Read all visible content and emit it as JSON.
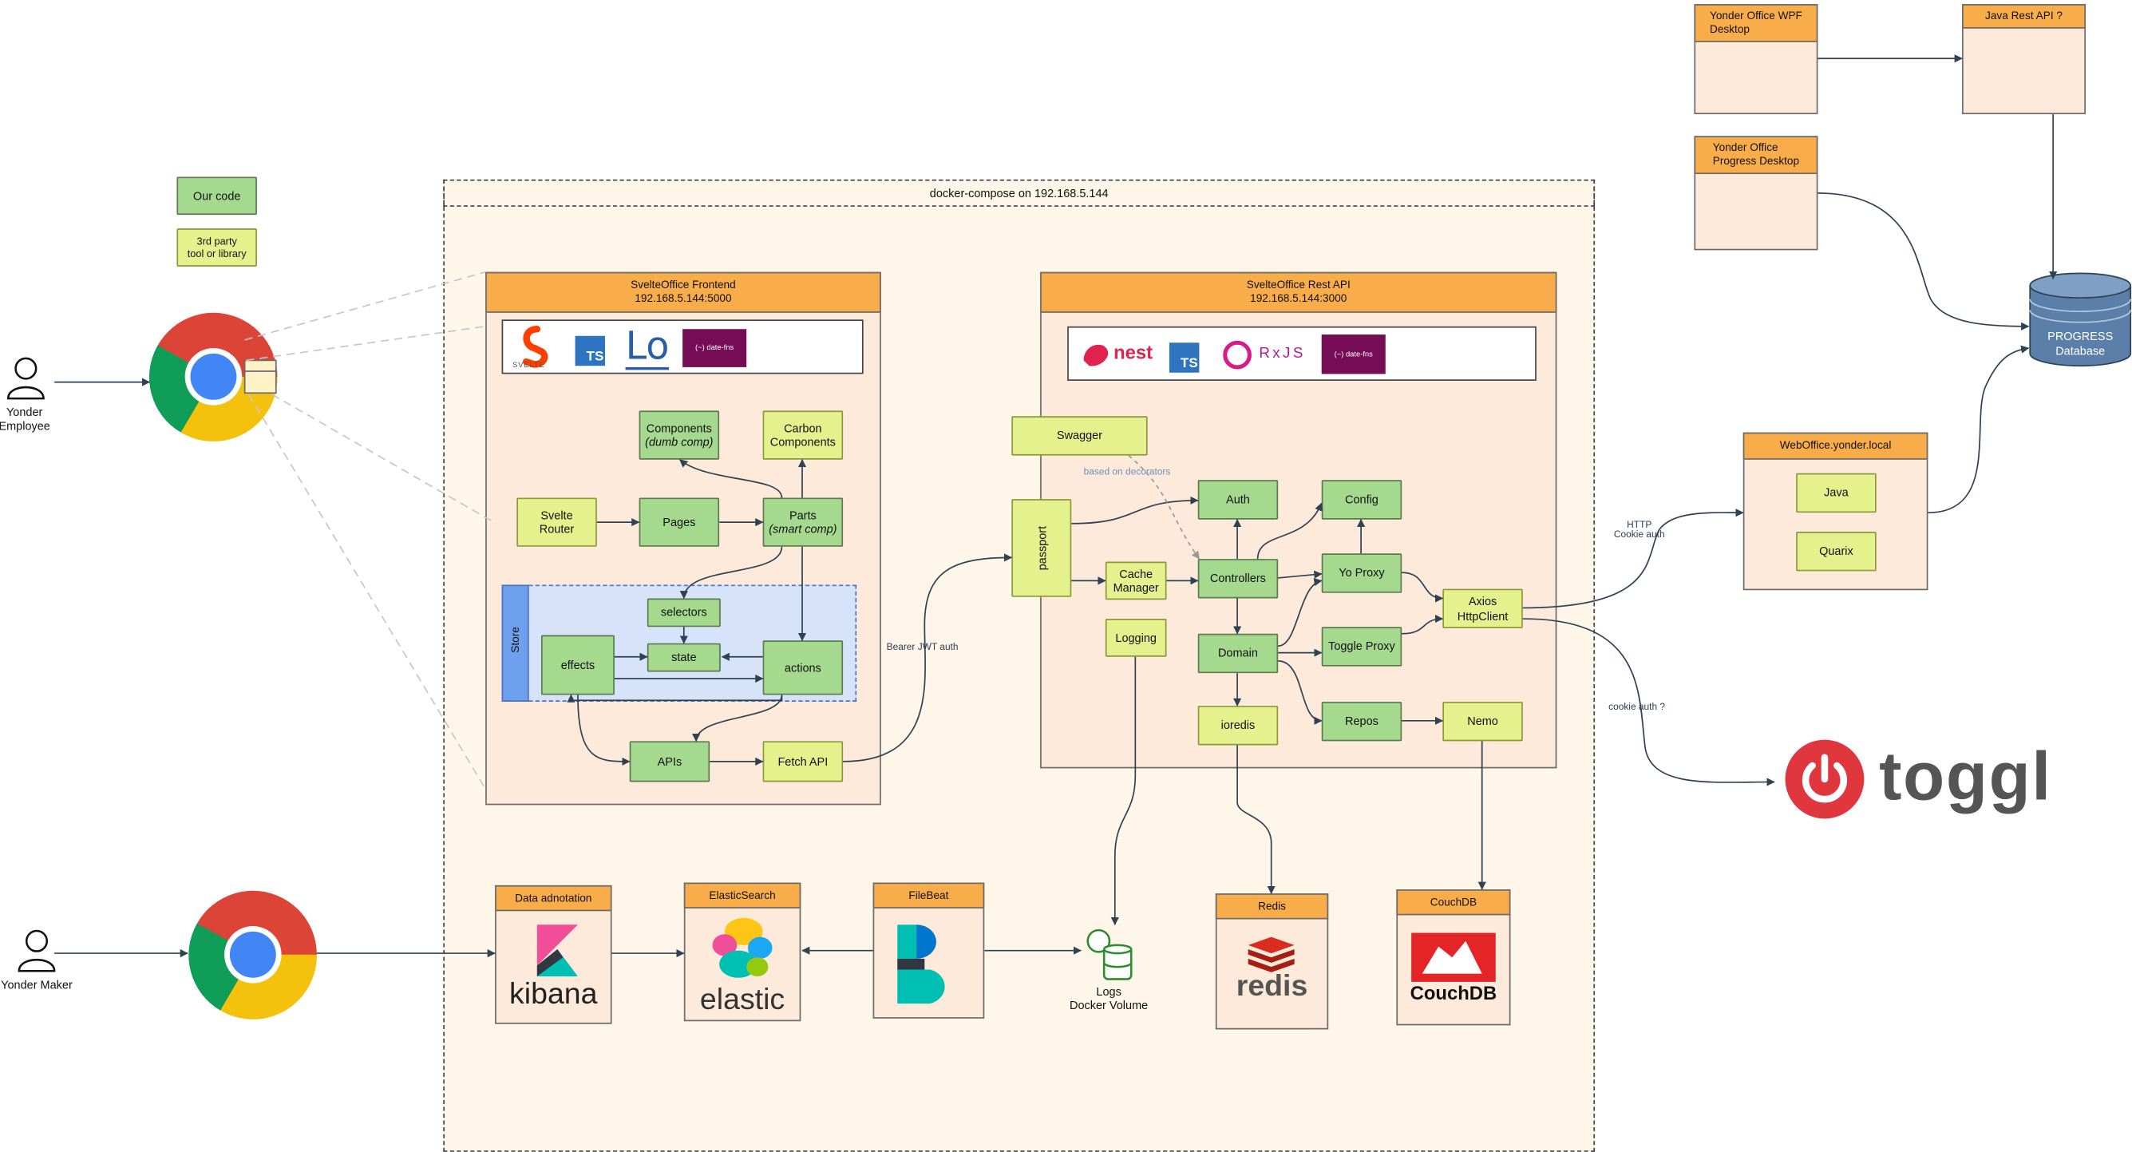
{
  "legend": {
    "our_code": "Our code",
    "third_party": "3rd party\ntool or library"
  },
  "docker_compose": {
    "title": "docker-compose on 192.168.5.144"
  },
  "frontend": {
    "title": "SvelteOffice Frontend",
    "address": "192.168.5.144:5000",
    "logos": {
      "svelte": "SVELTE",
      "ts": "TS",
      "lodash": "Lo",
      "datefns": "(~) date-fns"
    },
    "nodes": {
      "components": "Components",
      "components_sub": "(dumb comp)",
      "carbon": "Carbon\nComponents",
      "svelte_router": "Svelte\nRouter",
      "pages": "Pages",
      "parts": "Parts",
      "parts_sub": "(smart comp)",
      "store": "Store",
      "selectors": "selectors",
      "effects": "effects",
      "state": "state",
      "actions": "actions",
      "apis": "APIs",
      "fetch_api": "Fetch API"
    }
  },
  "backend": {
    "title": "SvelteOffice Rest API",
    "address": "192.168.5.144:3000",
    "logos": {
      "nest": "nest",
      "ts": "TS",
      "rxjs": "RxJS",
      "datefns": "(~) date-fns"
    },
    "nodes": {
      "swagger": "Swagger",
      "passport": "passport",
      "cache_manager": "Cache\nManager",
      "auth": "Auth",
      "config": "Config",
      "controllers": "Controllers",
      "yo_proxy": "Yo Proxy",
      "axios": "Axios\nHttpClient",
      "logging": "Logging",
      "domain": "Domain",
      "toggle_proxy": "Toggle Proxy",
      "ioredis": "ioredis",
      "repos": "Repos",
      "nemo": "Nemo"
    },
    "based_on_decorators": "based on decorators"
  },
  "labels": {
    "bearer_jwt": "Bearer JWT auth",
    "http_cookie": "HTTP\nCookie auth",
    "cookie_auth_q": "cookie auth ?"
  },
  "people": {
    "employee": "Yonder\nEmployee",
    "maker": "Yonder Maker"
  },
  "bottom": {
    "kibana_title": "Data adnotation",
    "kibana_logo": "kibana",
    "elastic_title": "ElasticSearch",
    "elastic_logo": "elastic",
    "filebeat_title": "FileBeat",
    "logs": "Logs\nDocker Volume",
    "redis_title": "Redis",
    "redis_logo": "redis",
    "couchdb_title": "CouchDB",
    "couchdb_logo": "CouchDB"
  },
  "external": {
    "wpf": "Yonder Office WPF\nDesktop",
    "java_rest": "Java Rest API ?",
    "progress_desktop": "Yonder Office\nProgress Desktop",
    "progress_db": "PROGRESS\nDatabase",
    "weboffice": "WebOffice.yonder.local",
    "java": "Java",
    "quarix": "Quarix",
    "toggl": "toggl"
  },
  "colors": {
    "green": "#a5d98e",
    "yellow": "#e5f18d",
    "orange": "#f8ad4a",
    "peach": "#fdeadb",
    "store_blue": "#d7e3f9",
    "store_band": "#6fa0ee",
    "toggl_red": "#e0363d",
    "line": "#2f4254"
  }
}
